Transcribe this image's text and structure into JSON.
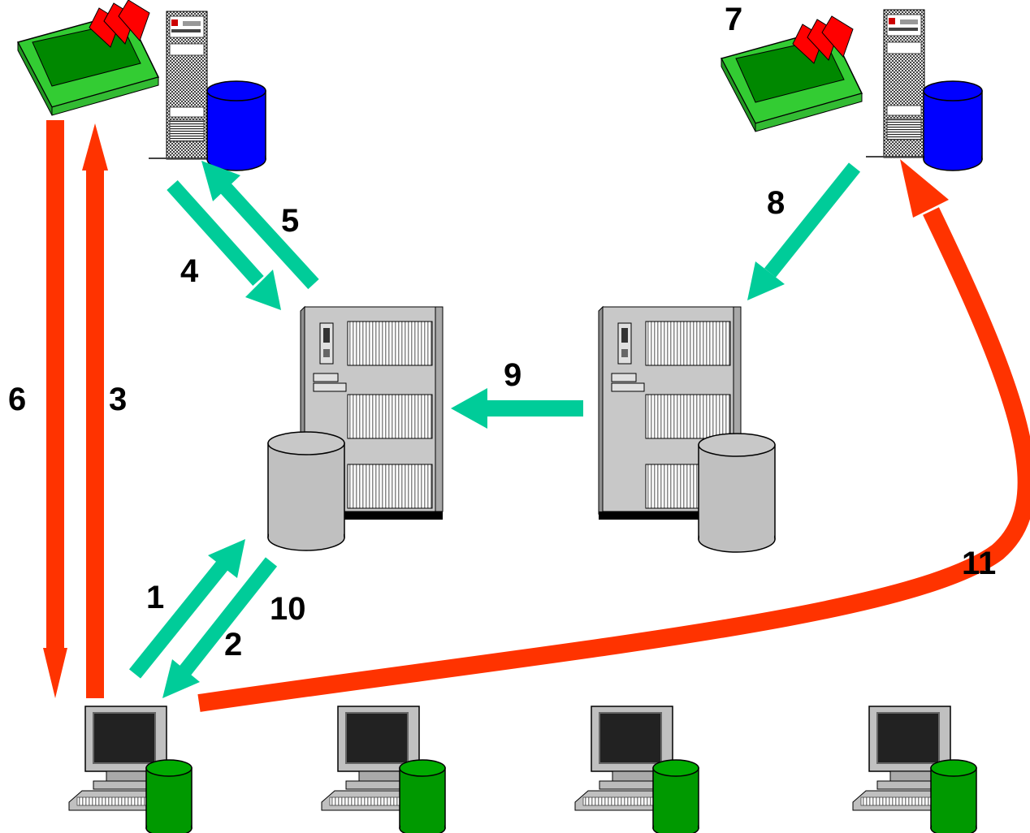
{
  "colors": {
    "background": "#ffffff",
    "red_arrow": "#ff3300",
    "teal_arrow": "#00cc99",
    "tray_green": "#33cc33",
    "tray_red": "#ff0000",
    "disk_blue": "#0000ff",
    "disk_gray": "#c0c0c0",
    "disk_green": "#009900",
    "server_gray": "#c0c0c0"
  },
  "icons": {
    "tray": "card-tray-icon",
    "tower": "tower-server-icon",
    "server": "file-server-icon",
    "disk": "database-cylinder-icon",
    "workstation": "workstation-icon"
  },
  "labels": {
    "step1": "1",
    "step2": "2",
    "step3": "3",
    "step4": "4",
    "step5": "5",
    "step6": "6",
    "step7": "7",
    "step8": "8",
    "step9": "9",
    "step10": "10",
    "step11": "11"
  }
}
